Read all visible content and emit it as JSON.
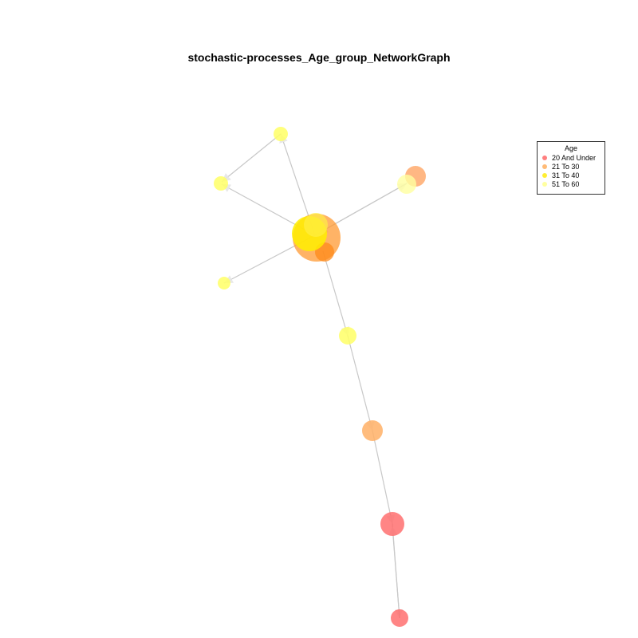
{
  "title": "stochastic-processes_Age_group_NetworkGraph",
  "legend": {
    "title": "Age",
    "items": [
      {
        "label": "20 And Under",
        "color": "#ff7f7f"
      },
      {
        "label": "21 To 30",
        "color": "#ffbb77"
      },
      {
        "label": "31 To 40",
        "color": "#ffee33"
      },
      {
        "label": "51 To 60",
        "color": "#ffffa0"
      }
    ]
  },
  "colors": {
    "edge": "#c8c8c8",
    "arrowhead": "#e6e6e6"
  }
}
